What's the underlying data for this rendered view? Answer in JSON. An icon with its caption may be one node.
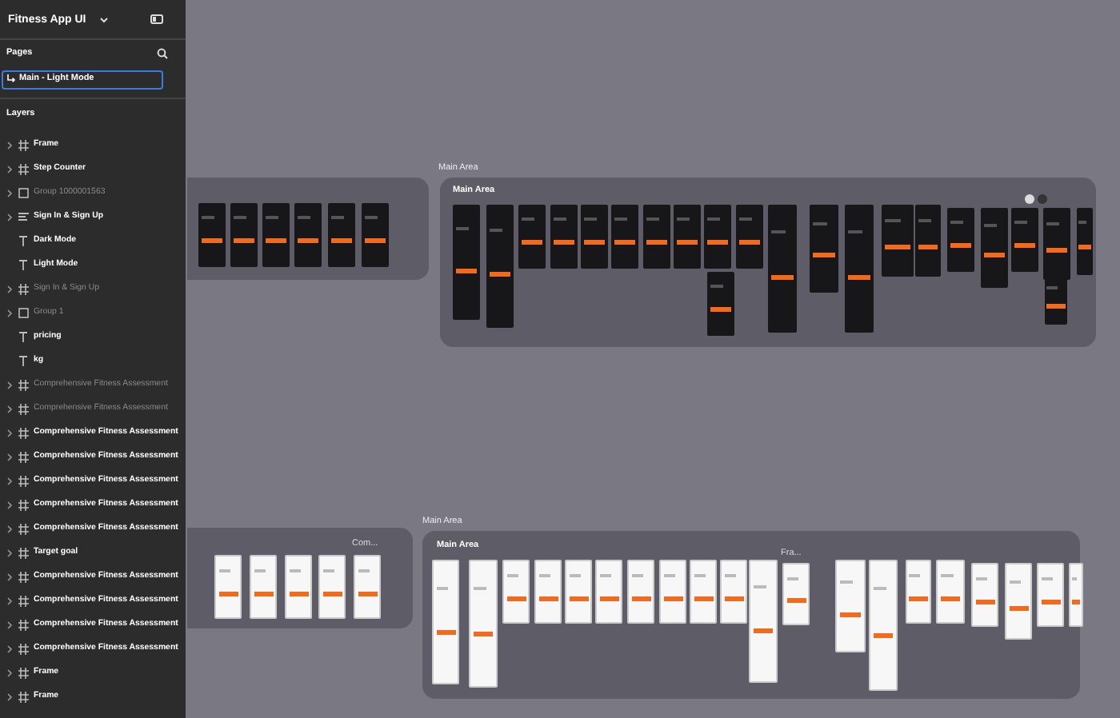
{
  "diagram": {
    "title": "Fitness App UI",
    "nodes": [
      {
        "text": [],
        "shape": "box"
      },
      {
        "text": [
          "Main Area",
          "Main Area"
        ]
      },
      {
        "text": [],
        "shape": "box"
      },
      {
        "text": [
          "Main Area",
          "Main Area"
        ]
      }
    ],
    "labels": [
      "Pages",
      "Main - Light Mode",
      "Layers",
      "Frame",
      "Step Counter",
      "Group 1000001563",
      "Sign In & Sign Up",
      "Dark Mode",
      "Light Mode",
      "Sign In & Sign Up",
      "Group 1",
      "pricing",
      "kg",
      "Comprehensive Fitness Assessment",
      "Comprehensive Fitness Assessment",
      "Comprehensive Fitness Assessment",
      "Comprehensive Fitness Assessment",
      "Comprehensive Fitness Assessment",
      "Comprehensive Fitness Assessment",
      "Comprehensive Fitness Assessment",
      "Target goal",
      "Comprehensive Fitness Assessment",
      "Comprehensive Fitness Assessment",
      "Comprehensive Fitness Assessment",
      "Comprehensive Fitness Assessment",
      "Frame",
      "Frame",
      "Com...",
      "Fra..."
    ]
  }
}
